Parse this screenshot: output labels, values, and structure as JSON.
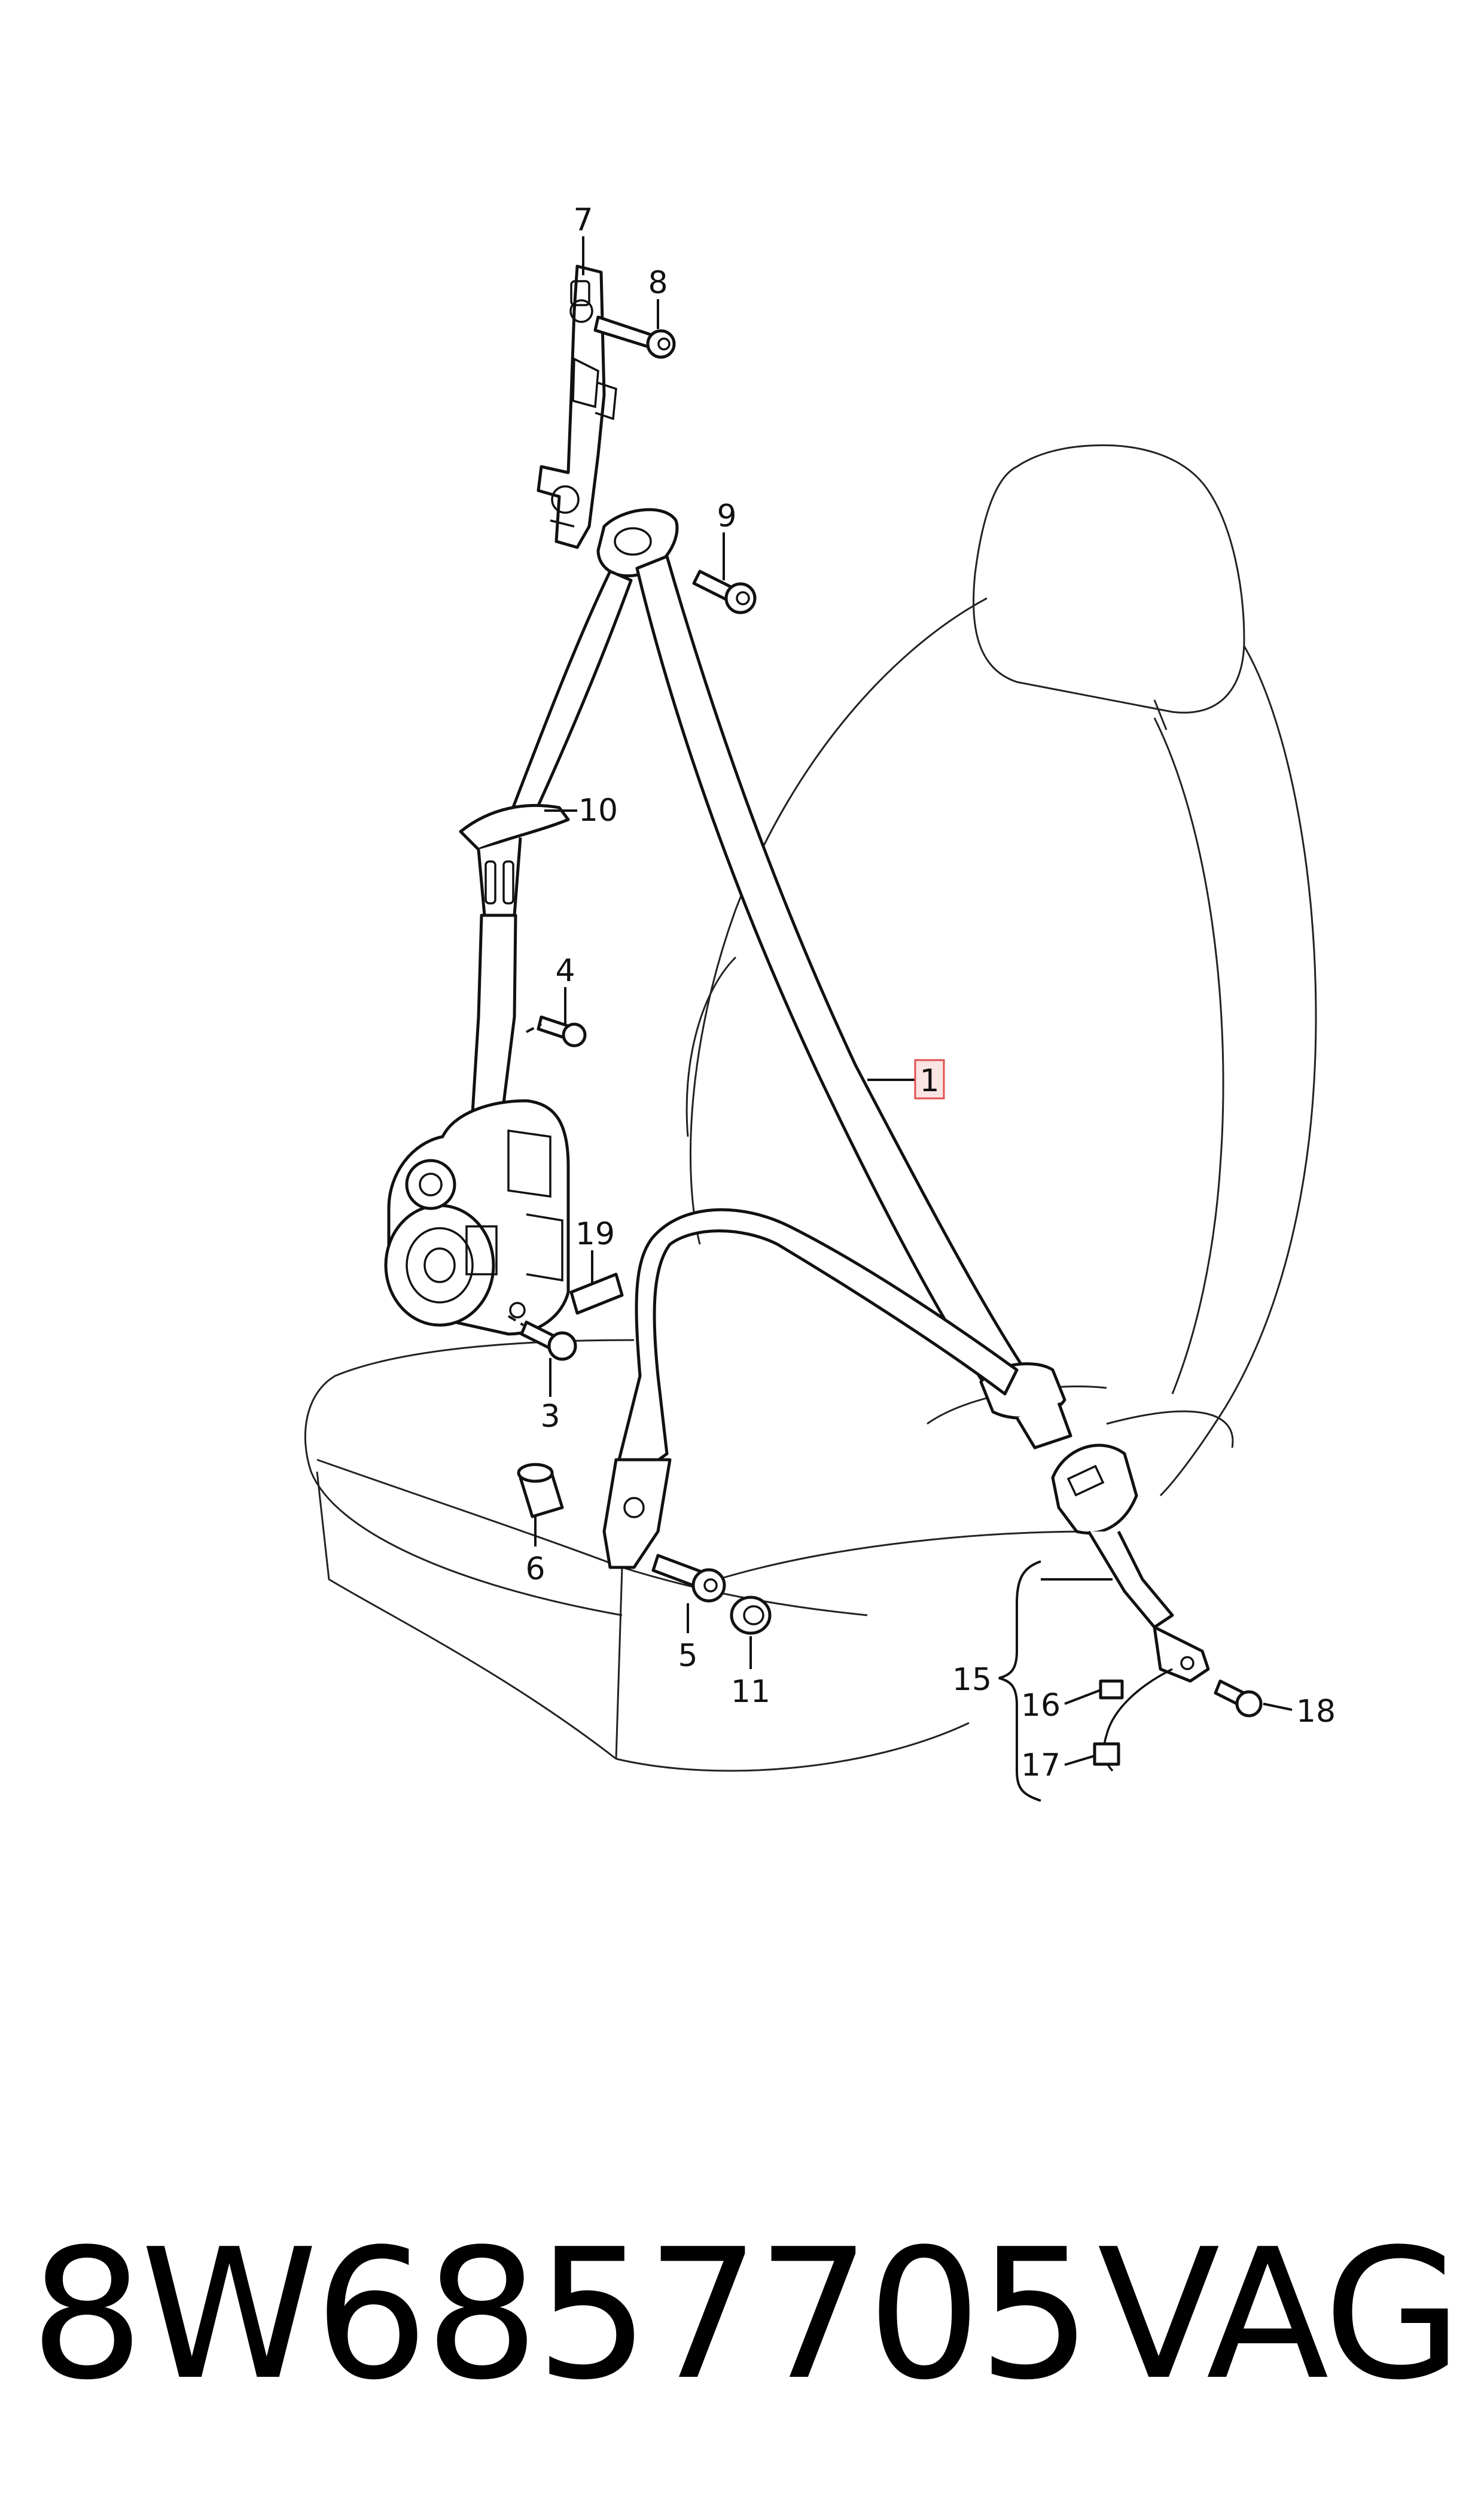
{
  "diagram": {
    "callouts": [
      {
        "id": "1",
        "label": "1",
        "highlighted": true
      },
      {
        "id": "3",
        "label": "3"
      },
      {
        "id": "4",
        "label": "4"
      },
      {
        "id": "5",
        "label": "5"
      },
      {
        "id": "6",
        "label": "6"
      },
      {
        "id": "7",
        "label": "7"
      },
      {
        "id": "8",
        "label": "8"
      },
      {
        "id": "9",
        "label": "9"
      },
      {
        "id": "10",
        "label": "10"
      },
      {
        "id": "11",
        "label": "11"
      },
      {
        "id": "15",
        "label": "15"
      },
      {
        "id": "16",
        "label": "16"
      },
      {
        "id": "17",
        "label": "17"
      },
      {
        "id": "18",
        "label": "18"
      },
      {
        "id": "19",
        "label": "19"
      }
    ],
    "highlight_color": "#e05050"
  },
  "footer": {
    "part_number": "8W6857705",
    "brand": "VAG"
  }
}
